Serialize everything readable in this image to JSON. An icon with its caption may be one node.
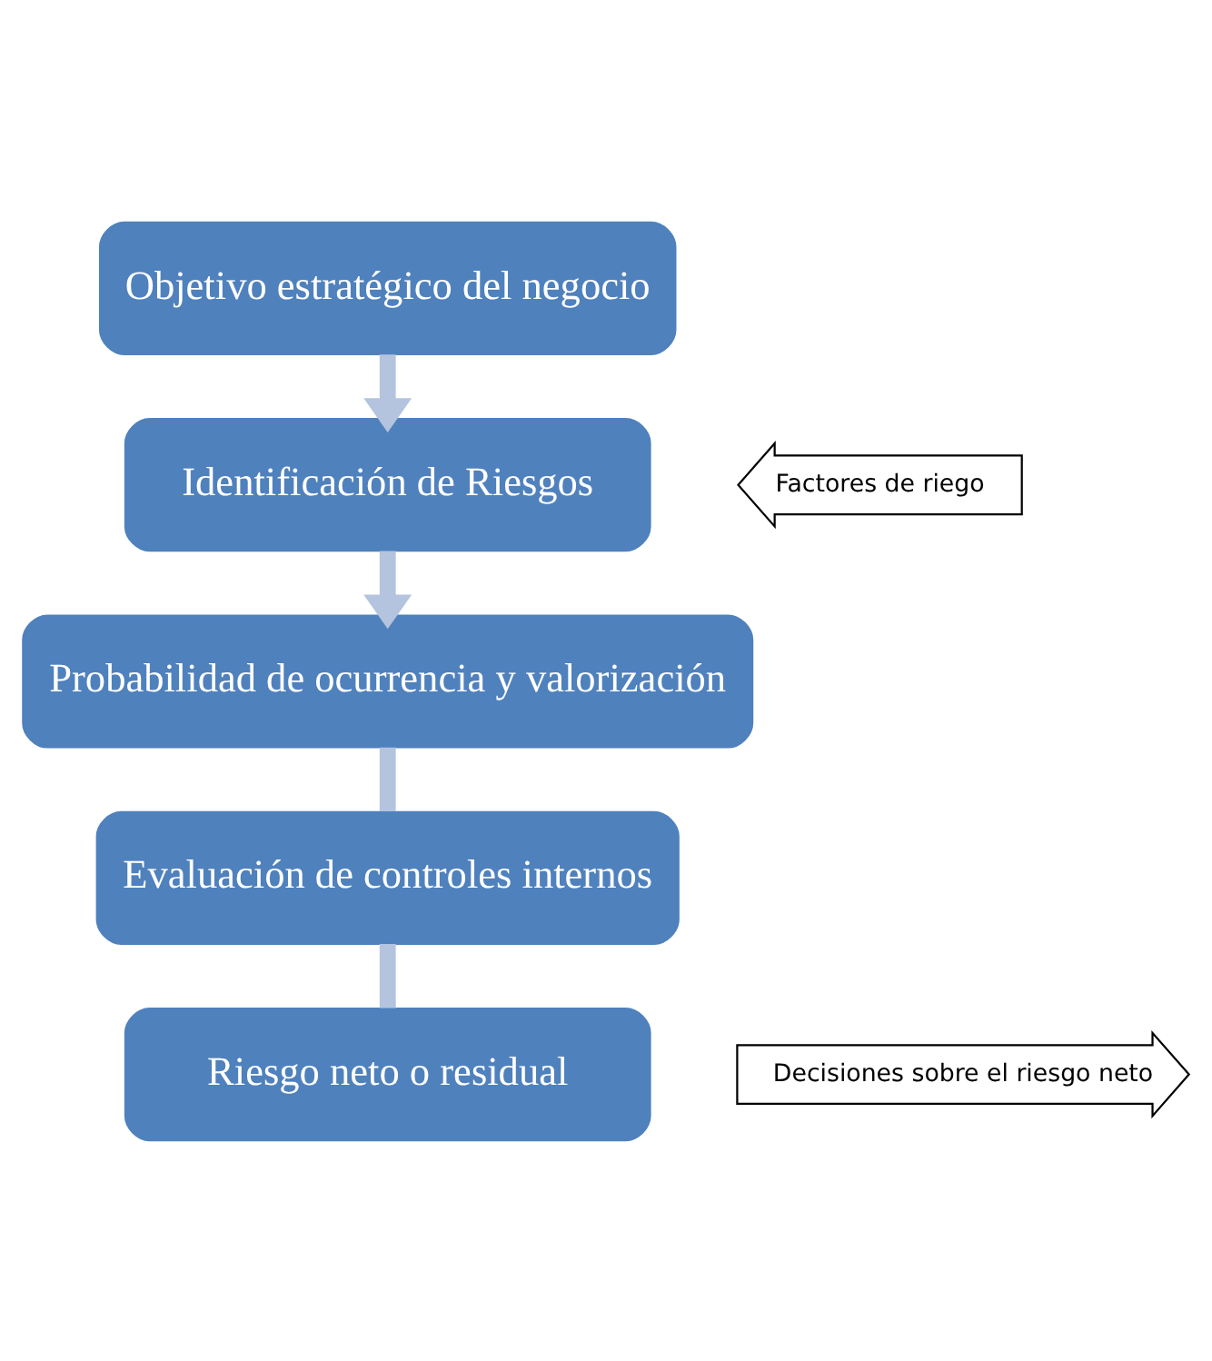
{
  "diagram": {
    "nodes": [
      {
        "text": [
          "Objetivo estratégico del negocio"
        ]
      },
      {
        "text": [
          "Identificación de Riesgos"
        ]
      },
      {
        "text": [
          "Probabilidad de ocurrencia y valorización"
        ]
      },
      {
        "text": [
          "Evaluación de controles internos"
        ]
      },
      {
        "text": [
          "Riesgo neto o residual"
        ]
      },
      {
        "text": [
          "Factores de riego"
        ]
      },
      {
        "text": [
          "Decisiones sobre el riesgo neto"
        ]
      }
    ],
    "edges": [
      {
        "from": 0,
        "to": 1,
        "arrow": "to"
      },
      {
        "from": 1,
        "to": 2,
        "arrow": "to"
      },
      {
        "from": 2,
        "to": 3,
        "arrow": "none"
      },
      {
        "from": 3,
        "to": 4,
        "arrow": "none"
      }
    ]
  }
}
